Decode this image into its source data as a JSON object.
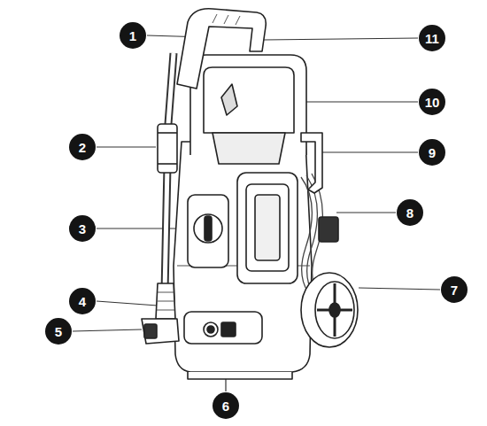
{
  "diagram": {
    "labels": [
      "1",
      "11",
      "10",
      "2",
      "9",
      "8",
      "3",
      "7",
      "4",
      "5",
      "6"
    ]
  }
}
